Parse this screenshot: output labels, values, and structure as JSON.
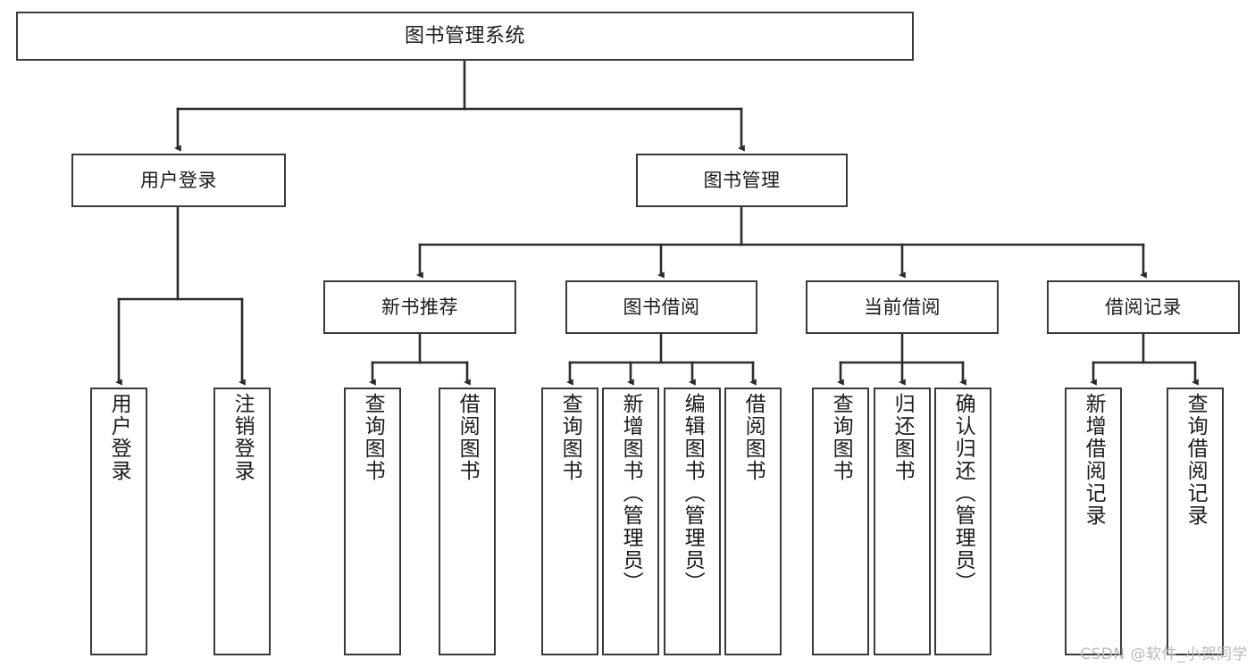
{
  "diagram": {
    "type": "tree",
    "title": "图书管理系统",
    "orientation": "top-down",
    "colors": {
      "node_border": "#3a3a3a",
      "node_fill": "#ffffff",
      "edge": "#2b2b2b",
      "text": "#1b1b1b",
      "watermark": "#b9b9b9"
    },
    "nodes": {
      "root": {
        "label": "图书管理系统"
      },
      "level2": [
        {
          "label": "用户登录"
        },
        {
          "label": "图书管理"
        }
      ],
      "level3": [
        {
          "label": "新书推荐"
        },
        {
          "label": "图书借阅"
        },
        {
          "label": "当前借阅"
        },
        {
          "label": "借阅记录"
        }
      ],
      "leaves": {
        "user_login": [
          {
            "label": "用户登录"
          },
          {
            "label": "注销登录"
          }
        ],
        "new_book_recommend": [
          {
            "label": "查询图书"
          },
          {
            "label": "借阅图书"
          }
        ],
        "book_borrow": [
          {
            "label": "查询图书"
          },
          {
            "label": "新增图书（管理员）"
          },
          {
            "label": "编辑图书（管理员）"
          },
          {
            "label": "借阅图书"
          }
        ],
        "current_borrow": [
          {
            "label": "查询图书"
          },
          {
            "label": "归还图书"
          },
          {
            "label": "确认归还（管理员）"
          }
        ],
        "borrow_record": [
          {
            "label": "新增借阅记录"
          },
          {
            "label": "查询借阅记录"
          }
        ]
      }
    }
  },
  "watermark": {
    "text": "CSDN @软件_小贺同学"
  }
}
